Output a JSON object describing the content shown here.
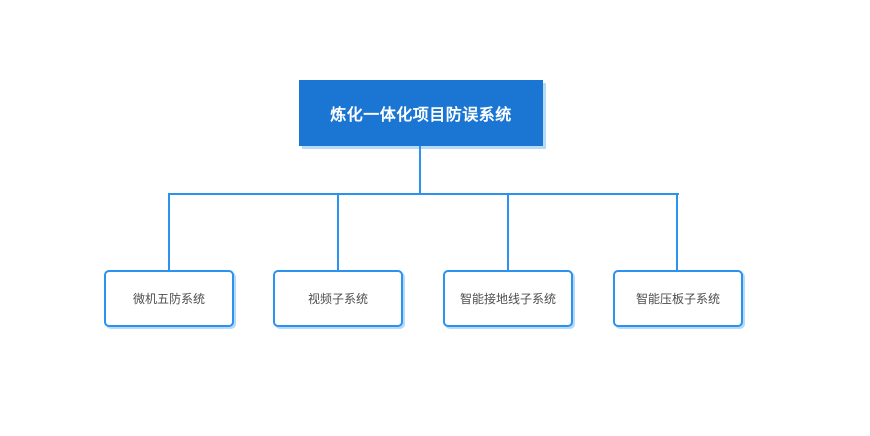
{
  "diagram": {
    "type": "org-tree",
    "root": {
      "label": "炼化一体化项目防误系统"
    },
    "children": [
      {
        "label": "微机五防系统"
      },
      {
        "label": "视频子系统"
      },
      {
        "label": "智能接地线子系统"
      },
      {
        "label": "智能压板子系统"
      }
    ]
  },
  "colors": {
    "root_fill": "#1a76d2",
    "line_blue": "#2b92f0",
    "child_text": "#4d4d4d",
    "shadow_blue": "#b5dbf8",
    "canvas_bg": "#ffffff"
  }
}
